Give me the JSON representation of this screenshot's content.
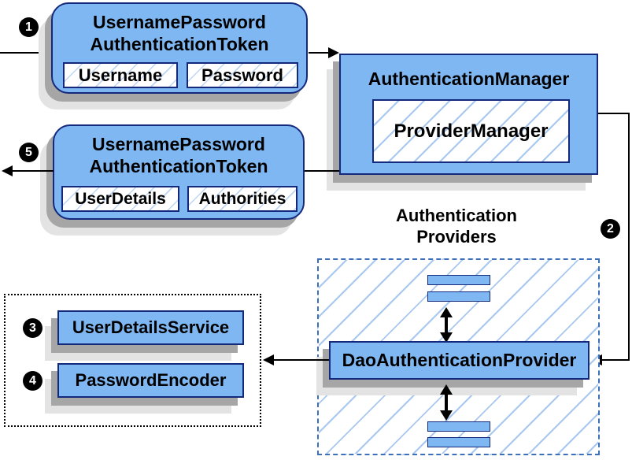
{
  "colors": {
    "node_fill": "#7FB7F2",
    "node_border": "#15297C",
    "hatch_line": "#A9C8EF",
    "group_dashed_border": "#3C70B8",
    "group_dotted_border": "#000000",
    "shadow_dark": "#A6A6A6",
    "shadow_light": "#E3E3E3",
    "connector": "#000000",
    "step_badge_bg": "#000000",
    "step_badge_text": "#FFFFFF",
    "canvas_bg": "#FFFFFF"
  },
  "steps": {
    "s1": "1",
    "s2": "2",
    "s3": "3",
    "s4": "4",
    "s5": "5"
  },
  "request_token": {
    "title_line1": "UsernamePassword",
    "title_line2": "AuthenticationToken",
    "fields": {
      "username": "Username",
      "password": "Password"
    }
  },
  "authentication_manager": {
    "title": "AuthenticationManager",
    "inner": "ProviderManager"
  },
  "result_token": {
    "title_line1": "UsernamePassword",
    "title_line2": "AuthenticationToken",
    "fields": {
      "user_details": "UserDetails",
      "authorities": "Authorities"
    }
  },
  "providers_group": {
    "label_line1": "Authentication",
    "label_line2": "Providers",
    "provider": "DaoAuthenticationProvider"
  },
  "dependencies": {
    "user_details_service": "UserDetailsService",
    "password_encoder": "PasswordEncoder"
  }
}
